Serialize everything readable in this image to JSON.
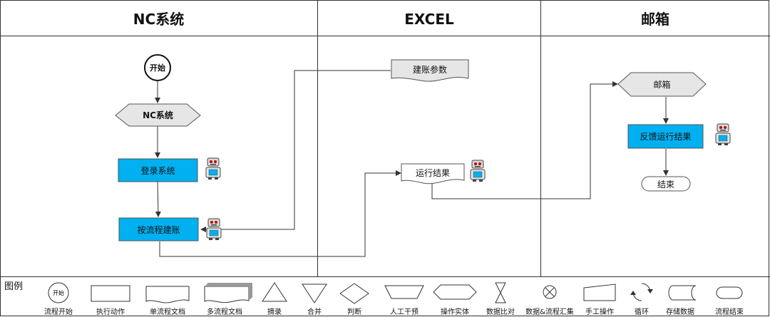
{
  "lanes": [
    {
      "title": "NC系统"
    },
    {
      "title": "EXCEL"
    },
    {
      "title": "邮箱"
    }
  ],
  "nodes": {
    "start": "开始",
    "nc_system": "NC系统",
    "login": "登录系统",
    "build_by_process": "按流程建账",
    "build_params": "建账参数",
    "run_result": "运行结果",
    "mailbox": "邮箱",
    "feedback": "反馈运行结果",
    "end": "结束"
  },
  "legend": {
    "title": "图例",
    "items": [
      {
        "label": "流程开始",
        "icon": "start-circle",
        "text": "开始"
      },
      {
        "label": "执行动作",
        "icon": "process-rect"
      },
      {
        "label": "单流程文档",
        "icon": "document"
      },
      {
        "label": "多流程文档",
        "icon": "multi-document"
      },
      {
        "label": "摘录",
        "icon": "extract-triangle"
      },
      {
        "label": "合并",
        "icon": "merge-triangle"
      },
      {
        "label": "判断",
        "icon": "decision-diamond"
      },
      {
        "label": "人工干预",
        "icon": "manual-trapezoid"
      },
      {
        "label": "操作实体",
        "icon": "display-hexagon"
      },
      {
        "label": "数据比对",
        "icon": "collate-hourglass"
      },
      {
        "label": "数据&流程汇集",
        "icon": "summing-junction"
      },
      {
        "label": "手工操作",
        "icon": "manual-input"
      },
      {
        "label": "循环",
        "icon": "loop-arrows"
      },
      {
        "label": "存储数据",
        "icon": "stored-data"
      },
      {
        "label": "流程结束",
        "icon": "terminator"
      }
    ]
  },
  "colors": {
    "process_fill": "#00b0f0",
    "shape_fill": "#e6e6e6",
    "line": "#333333"
  }
}
